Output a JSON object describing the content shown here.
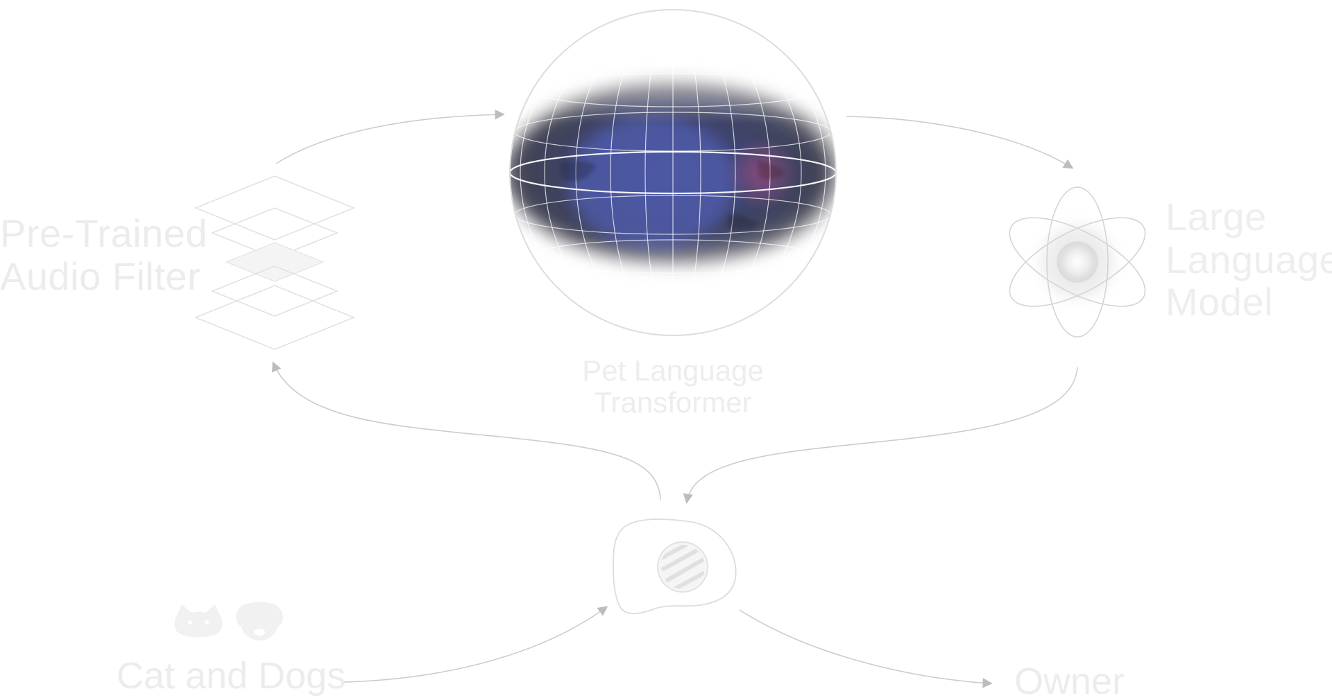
{
  "diagram": {
    "nodes": {
      "audio_filter": {
        "label_line1": "Pre-Trained",
        "label_line2": "Audio Filter",
        "icon": "layer-stack-icon"
      },
      "transformer": {
        "label_line1": "Pet Language",
        "label_line2": "Transformer",
        "icon": "globe-sphere-icon"
      },
      "llm": {
        "label_line1": "Large",
        "label_line2": "Language",
        "label_line3": "Model",
        "icon": "atom-icon"
      },
      "device": {
        "icon": "pet-translator-device-icon"
      },
      "pets": {
        "label": "Cat and Dogs",
        "icons": [
          "cat-face-icon",
          "dog-face-icon"
        ]
      },
      "owner": {
        "label": "Owner"
      }
    },
    "edges": [
      {
        "from": "audio_filter",
        "to": "transformer"
      },
      {
        "from": "transformer",
        "to": "llm"
      },
      {
        "from": "llm",
        "to": "device"
      },
      {
        "from": "device",
        "to": "audio_filter"
      },
      {
        "from": "pets",
        "to": "device"
      },
      {
        "from": "device",
        "to": "owner"
      }
    ],
    "colors": {
      "line": "#c8c8c8",
      "faint_text": "#ececec",
      "sphere_blue": "#4a5ab0",
      "sphere_purple": "#8a4f86",
      "sphere_dark": "#2a2a38"
    }
  }
}
